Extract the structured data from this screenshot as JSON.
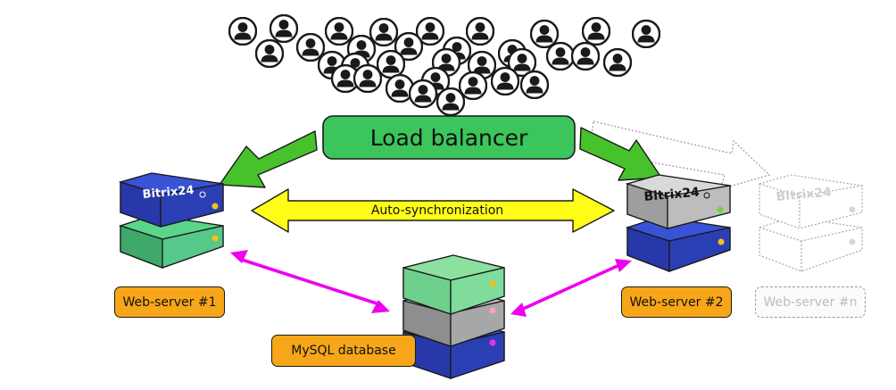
{
  "load_balancer": {
    "label": "Load balancer"
  },
  "sync": {
    "label": "Auto-synchronization"
  },
  "servers": {
    "web1": {
      "brand": "Bitrix24",
      "label": "Web-server #1"
    },
    "web2": {
      "brand": "Bitrix24",
      "label": "Web-server #2"
    },
    "webn": {
      "brand": "Bitrix24",
      "label": "Web-server #n"
    }
  },
  "database": {
    "label": "MySQL database"
  },
  "users": {
    "icon": "user-icon"
  },
  "colors": {
    "balancer": "#3cc55a",
    "distribute_arrow": "#47c22c",
    "sync_arrow": "#fffc18",
    "db_link": "#ee00ee",
    "label_tag": "#f6a618",
    "server_blue": "#2b3fb4",
    "server_green": "#4ec57a",
    "server_grey": "#a7a7a7",
    "db_top": "#8ce0a0"
  }
}
